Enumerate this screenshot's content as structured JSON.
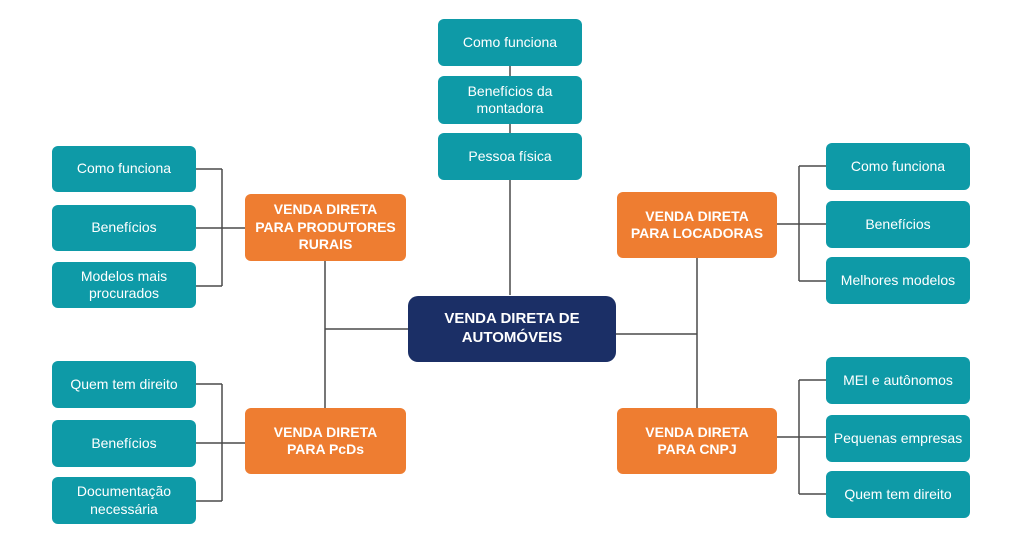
{
  "center": {
    "label": "VENDA DIRETA DE\nAUTOMÓVEIS"
  },
  "colors": {
    "center": "#1b2f66",
    "branch": "#ee7d31",
    "leaf": "#0e9aa7",
    "connector": "#4a4a4a"
  },
  "top": {
    "items": [
      "Como funciona",
      "Benefícios da\nmontadora",
      "Pessoa física"
    ]
  },
  "produtores": {
    "label": "VENDA DIRETA\nPARA PRODUTORES\nRURAIS",
    "items": [
      "Como funciona",
      "Benefícios",
      "Modelos mais\nprocurados"
    ]
  },
  "pcds": {
    "label": "VENDA DIRETA\nPARA PcDs",
    "items": [
      "Quem tem direito",
      "Benefícios",
      "Documentação\nnecessária"
    ]
  },
  "locadoras": {
    "label": "VENDA DIRETA\nPARA LOCADORAS",
    "items": [
      "Como funciona",
      "Benefícios",
      "Melhores modelos"
    ]
  },
  "cnpj": {
    "label": "VENDA DIRETA\nPARA CNPJ",
    "items": [
      "MEI e autônomos",
      "Pequenas empresas",
      "Quem tem direito"
    ]
  }
}
